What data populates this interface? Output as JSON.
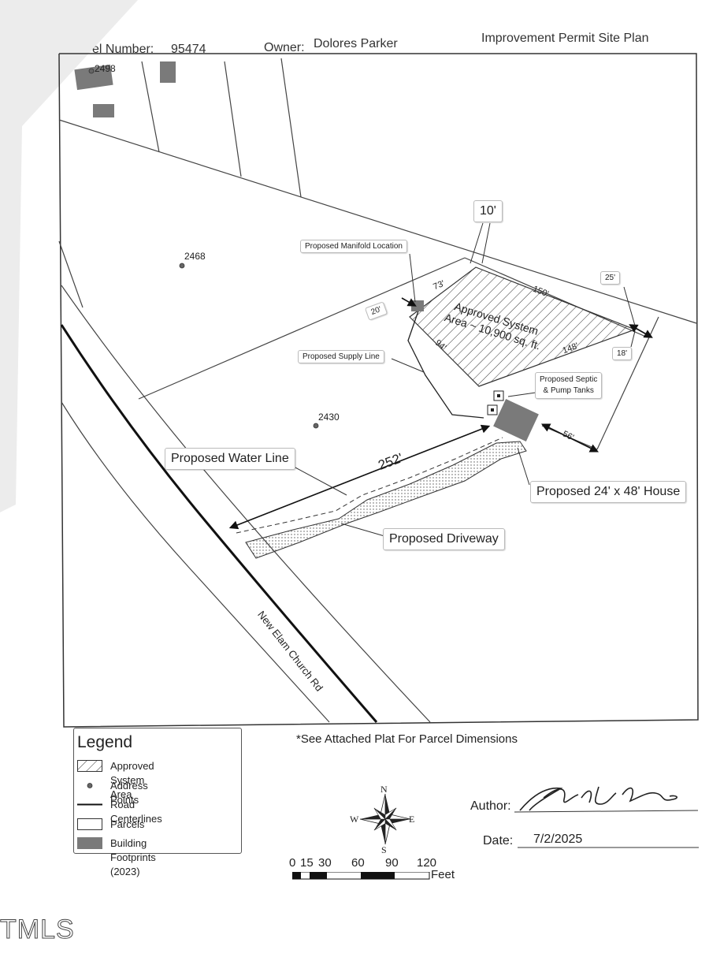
{
  "header": {
    "parcel_label": "el Number:",
    "parcel_number": "95474",
    "owner_label": "Owner:",
    "owner_name": "Dolores Parker",
    "plan_title": "Improvement Permit Site Plan"
  },
  "address_points": [
    "2498",
    "2468",
    "2430"
  ],
  "callouts": {
    "ten_ft": "10'",
    "manifold": "Proposed Manifold Location",
    "supply_line": "Proposed Supply Line",
    "septic": [
      "Proposed Septic",
      "& Pump Tanks"
    ],
    "water_line": "Proposed Water Line",
    "house": "Proposed 24' x 48' House",
    "driveway": "Proposed Driveway",
    "twenty_ft": "20'",
    "twentyfive_ft": "25'",
    "eighteen_ft": "18'"
  },
  "system_area": [
    "Approved System",
    "Area ~ 10,900 sq. ft."
  ],
  "dimensions": {
    "d73": "73'",
    "d150": "150'",
    "d94": "94'",
    "d148": "148'",
    "d252": "252'",
    "d56": "56'"
  },
  "road_name": "New Elam Church Rd",
  "note": "*See Attached Plat For Parcel Dimensions",
  "legend": {
    "title": "Legend",
    "items": [
      {
        "label": "Approved System Area",
        "symbol": "hatched-box"
      },
      {
        "label": "Address Points",
        "symbol": "dot"
      },
      {
        "label": "Road Centerlines",
        "symbol": "line"
      },
      {
        "label": "Parcels",
        "symbol": "outline-box"
      },
      {
        "label": "Building Footprints (2023)",
        "symbol": "gray-box"
      }
    ]
  },
  "compass": {
    "n": "N",
    "s": "S",
    "e": "E",
    "w": "W"
  },
  "scale": {
    "ticks": [
      "0",
      "15",
      "30",
      "60",
      "90",
      "120"
    ],
    "unit": "Feet"
  },
  "author_label": "Author:",
  "date_label": "Date:",
  "date_value": "7/2/2025",
  "watermark": "TMLS",
  "colors": {
    "building": "#7a7a7a",
    "line": "#222222",
    "callout_border": "#bbbbbb"
  }
}
